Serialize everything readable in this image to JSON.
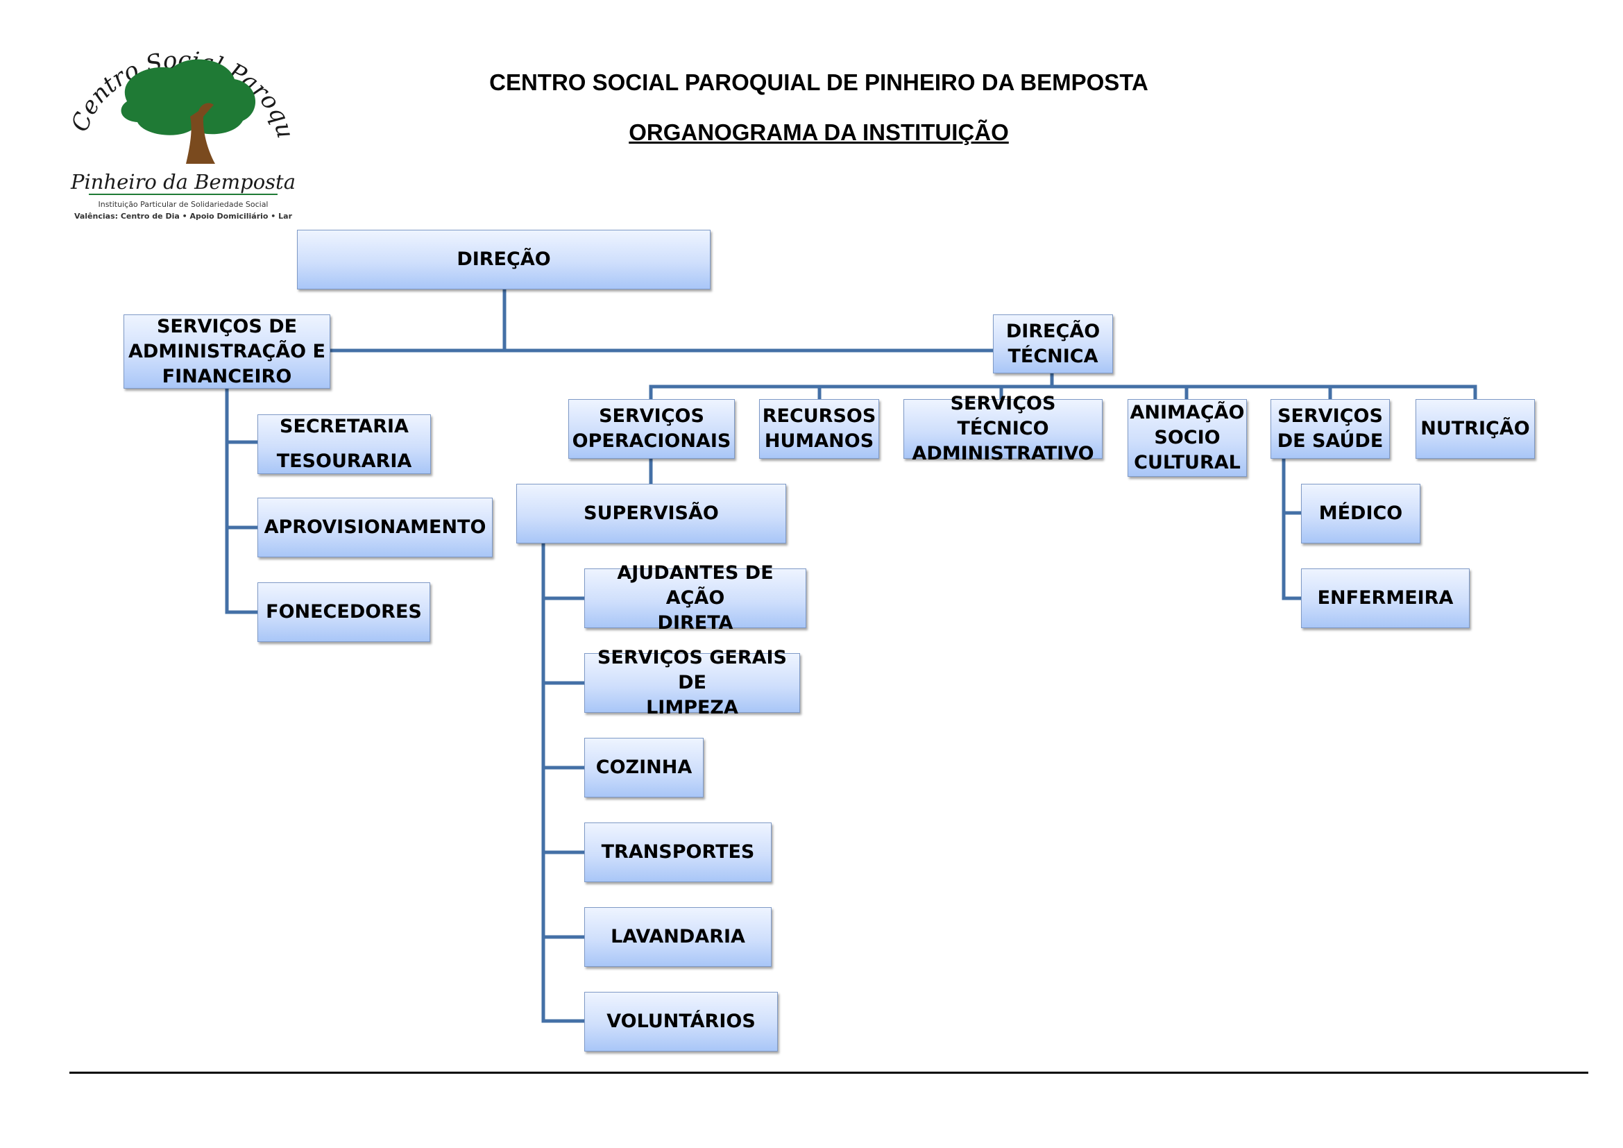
{
  "header": {
    "title": "CENTRO SOCIAL PAROQUIAL DE PINHEIRO DA BEMPOSTA",
    "subtitle": "ORGANOGRAMA DA INSTITUIÇÃO"
  },
  "logo": {
    "arc_text": "Centro Social Paroquial",
    "name": "Pinheiro da Bemposta",
    "line1": "Instituição Particular de Solidariedade Social",
    "line2": "Valências: Centro de Dia • Apoio Domiciliário • Lar",
    "tree_color": "#1f7a35",
    "trunk_color": "#7a4a1e"
  },
  "colors": {
    "connector": "#4470a6",
    "box_border": "#7e99c6"
  },
  "org": {
    "direcao": [
      "DIREÇÃO"
    ],
    "admin_financeiro": [
      "SERVIÇOS DE",
      "ADMINISTRAÇÃO E",
      "FINANCEIRO"
    ],
    "secretaria_tesouraria": [
      "SECRETARIA",
      "TESOURARIA"
    ],
    "aprovisionamento": [
      "APROVISIONAMENTO"
    ],
    "fornecedores": [
      "FONECEDORES"
    ],
    "direcao_tecnica": [
      "DIREÇÃO",
      "TÉCNICA"
    ],
    "servicos_operacionais": [
      "SERVIÇOS",
      "OPERACIONAIS"
    ],
    "recursos_humanos": [
      "RECURSOS",
      "HUMANOS"
    ],
    "servicos_tecnico_administrativo": [
      "SERVIÇOS TÉCNICO",
      "ADMINISTRATIVO"
    ],
    "animacao_socio_cultural": [
      "ANIMAÇÃO",
      "SOCIO",
      "CULTURAL"
    ],
    "servicos_saude": [
      "SERVIÇOS",
      "DE SAÚDE"
    ],
    "nutricao": [
      "NUTRIÇÃO"
    ],
    "supervisao": [
      "SUPERVISÃO"
    ],
    "ajudantes_acao_direta": [
      "AJUDANTES DE AÇÃO",
      "DIRETA"
    ],
    "servicos_gerais_limpeza": [
      "SERVIÇOS GERAIS DE",
      "LIMPEZA"
    ],
    "cozinha": [
      "COZINHA"
    ],
    "transportes": [
      "TRANSPORTES"
    ],
    "lavandaria": [
      "LAVANDARIA"
    ],
    "voluntarios": [
      "VOLUNTÁRIOS"
    ],
    "medico": [
      "MÉDICO"
    ],
    "enfermeira": [
      "ENFERMEIRA"
    ]
  }
}
